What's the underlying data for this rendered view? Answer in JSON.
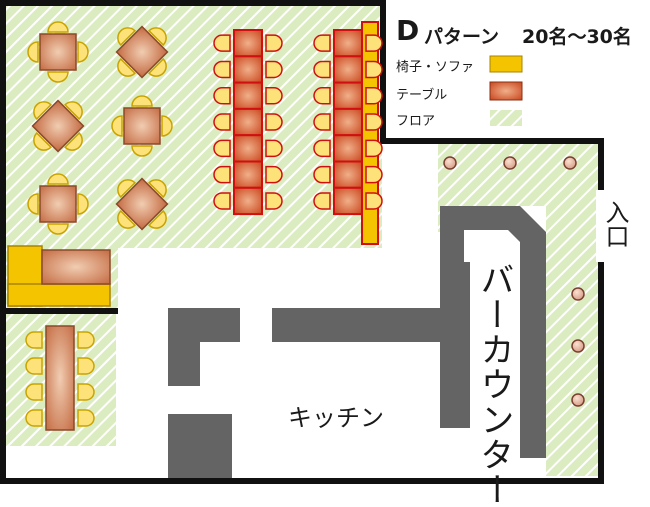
{
  "title": {
    "pattern_letter": "D",
    "pattern_text": "パターン",
    "capacity": "20名〜30名"
  },
  "legend": [
    {
      "key": "chair",
      "label": "椅子・ソファ",
      "color": "#f5c400"
    },
    {
      "key": "table",
      "label": "テーブル",
      "color": "#d97a4e"
    },
    {
      "key": "floor",
      "label": "フロア",
      "color": "#dbecc1"
    }
  ],
  "areas": {
    "bar_counter": "バーカウンター",
    "entrance": "入口",
    "kitchen": "キッチン"
  },
  "colors": {
    "wall": "#111111",
    "fixture": "#646464",
    "chair_fill": "#fde27a",
    "chair_stroke": "#c9a400",
    "table_fill": "#d9926a",
    "red_table_stroke": "#d01010",
    "sofa": "#f5c400"
  }
}
